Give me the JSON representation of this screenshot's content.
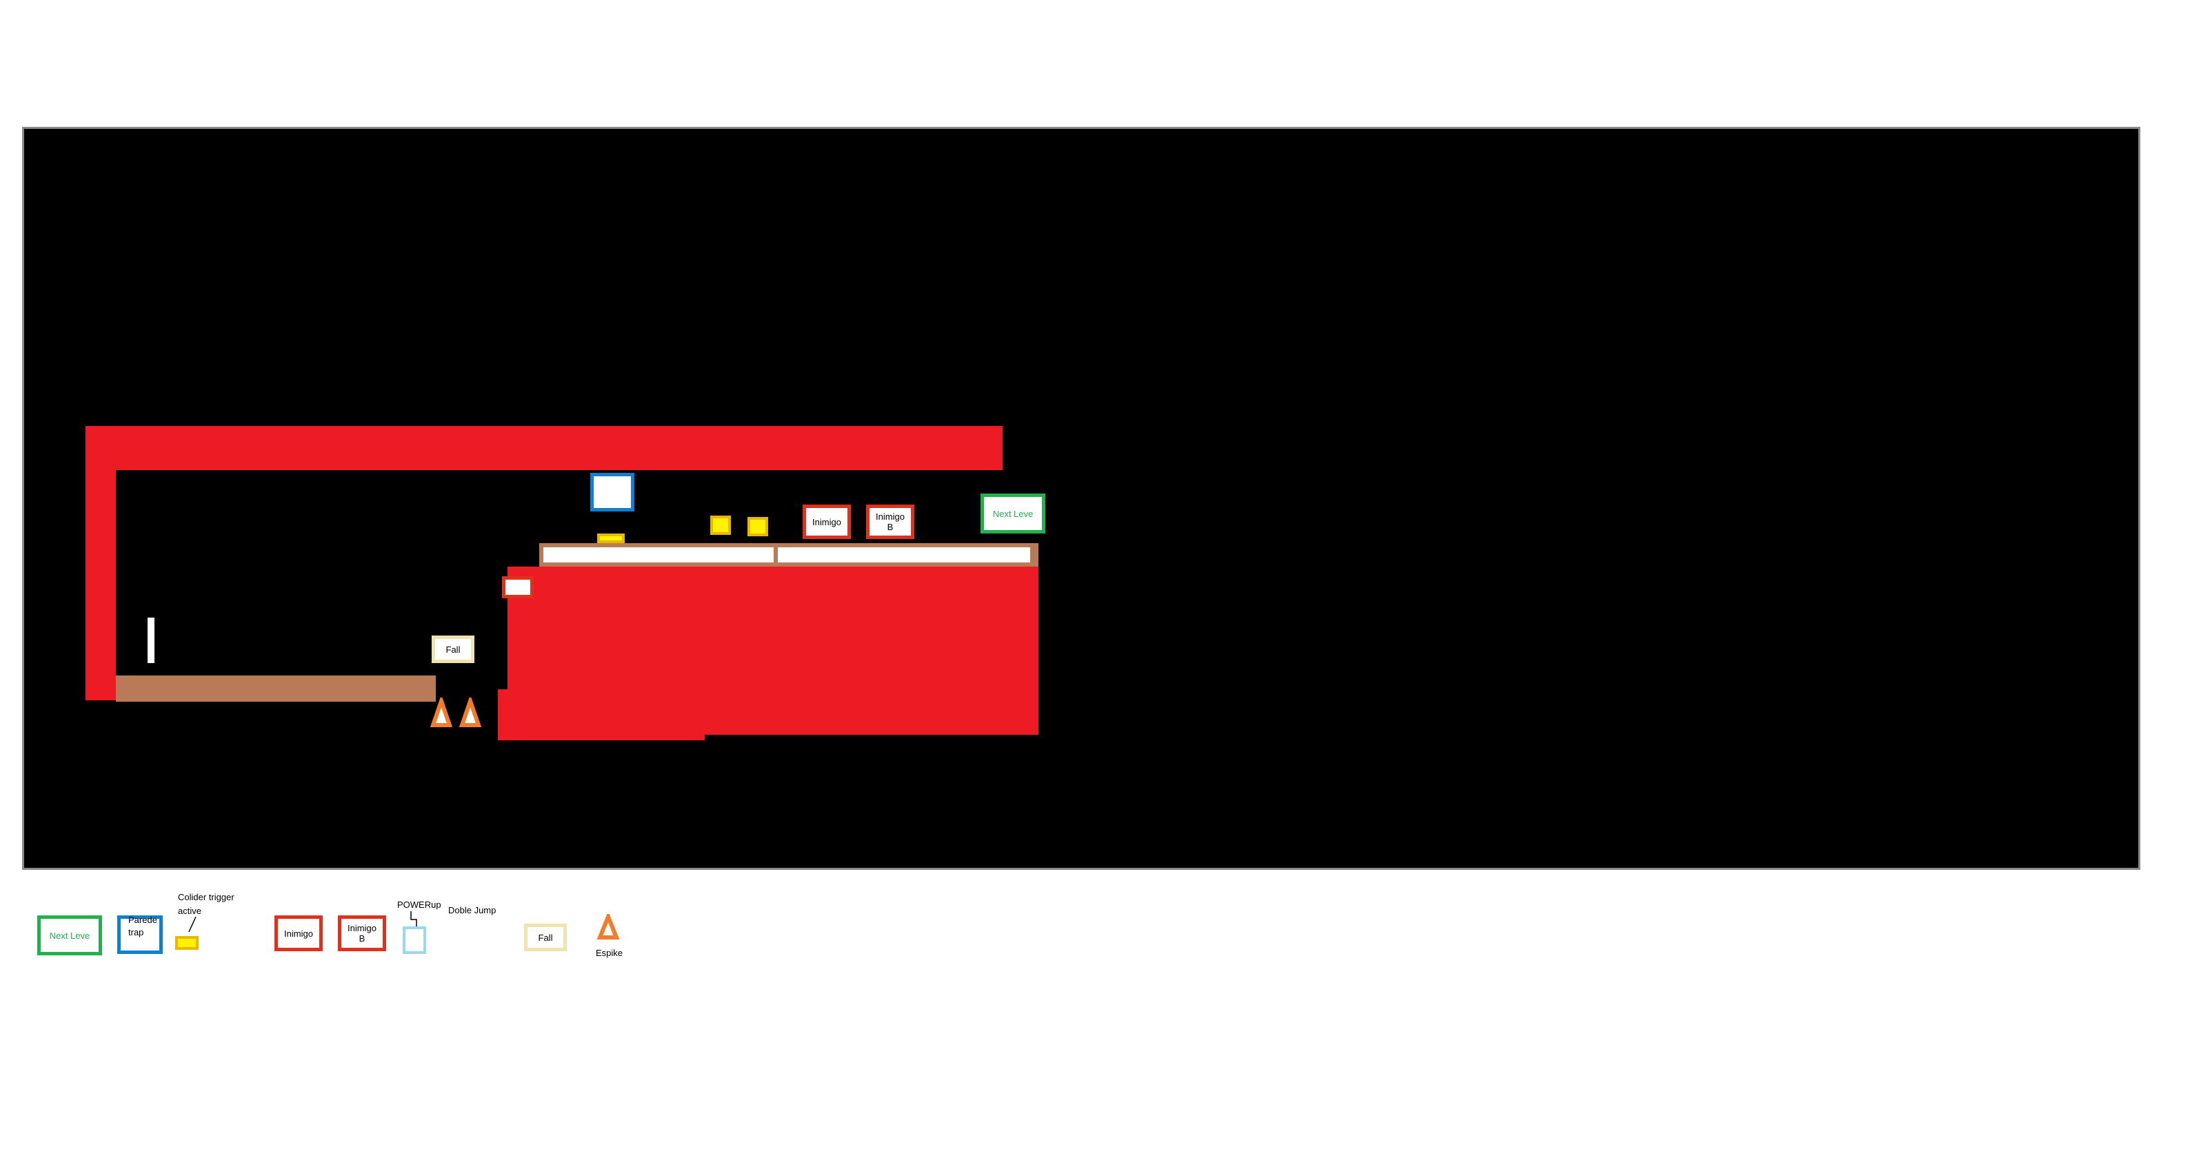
{
  "level": {
    "enemies": [
      {
        "label": "Inimigo"
      },
      {
        "label": "Inimigo B"
      }
    ],
    "next_level_label": "Next Leve",
    "fall_label": "Fall"
  },
  "legend": {
    "next_level": "Next Leve",
    "wall_trap": "Parede trap",
    "collider_trigger": "Colider trigger active",
    "enemy": "Inimigo",
    "enemy_b": "Inimigo B",
    "powerup": "POWERup",
    "double_jump": "Doble Jump",
    "fall": "Fall",
    "spike": "Espike"
  },
  "colors": {
    "background": "#000000",
    "wall": "#ed1c24",
    "floor": "#b97a57",
    "enemy_border": "#e0301e",
    "next_level_border": "#22b14c",
    "wall_trap_border": "#0f7fd1",
    "collider": "#fff200",
    "powerup_border": "#99d9ea",
    "fall_border": "#efe4b0",
    "spike": "#f07c2c"
  }
}
